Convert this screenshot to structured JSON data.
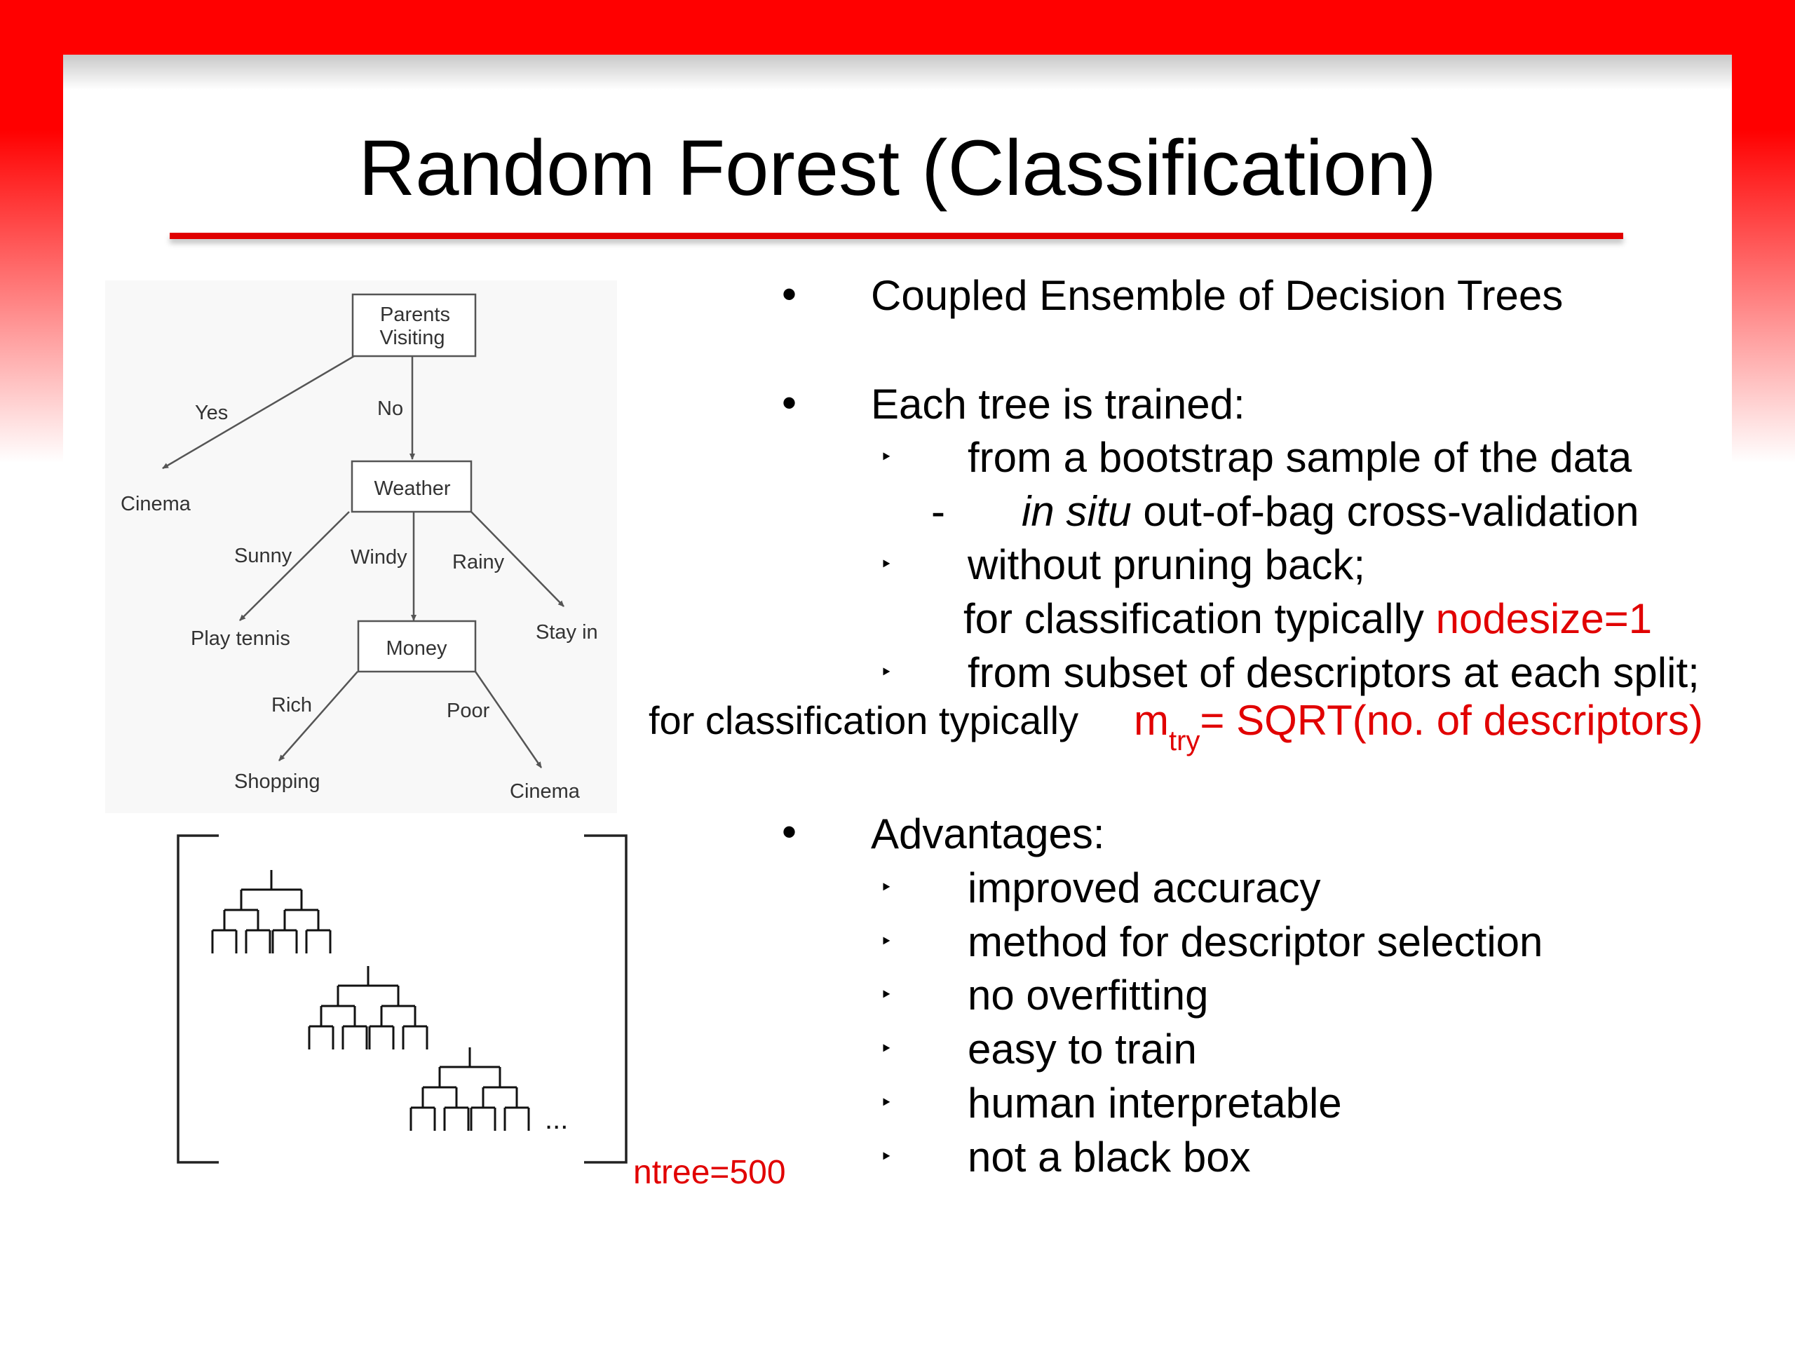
{
  "title": "Random Forest (Classification)",
  "bullets": {
    "b1": "Coupled Ensemble of Decision Trees",
    "b2": "Each tree is trained:",
    "b2_s1": "from a bootstrap sample of the data",
    "b2_s1_dash": "-",
    "b2_s1_sub_italic": "in situ",
    "b2_s1_sub_rest": " out-of-bag cross-validation",
    "b2_s2": "without pruning back;",
    "b2_s2_cont": "for classification typically ",
    "b2_s2_red": "nodesize=1",
    "b2_s3": "from subset of descriptors at each split;",
    "mtry_prefix": "for classification typically",
    "mtry_m": "m",
    "mtry_sub": "try",
    "mtry_rest": "= SQRT(no. of descriptors)",
    "b3": "Advantages:",
    "advantages": [
      "improved accuracy",
      "method for descriptor selection",
      "no overfitting",
      "easy to train",
      "human interpretable",
      "not a black box"
    ]
  },
  "tree": {
    "root_line1": "Parents",
    "root_line2": "Visiting",
    "yes": "Yes",
    "no": "No",
    "cinema_left": "Cinema",
    "weather": "Weather",
    "sunny": "Sunny",
    "windy": "Windy",
    "rainy": "Rainy",
    "play_tennis": "Play tennis",
    "stay_in": "Stay in",
    "money": "Money",
    "rich": "Rich",
    "poor": "Poor",
    "shopping": "Shopping",
    "cinema_right": "Cinema"
  },
  "forest": {
    "ellipsis": "...",
    "ntree": "ntree=500"
  },
  "colors": {
    "accent_red": "#e10000",
    "bar_red": "#ff0000"
  }
}
